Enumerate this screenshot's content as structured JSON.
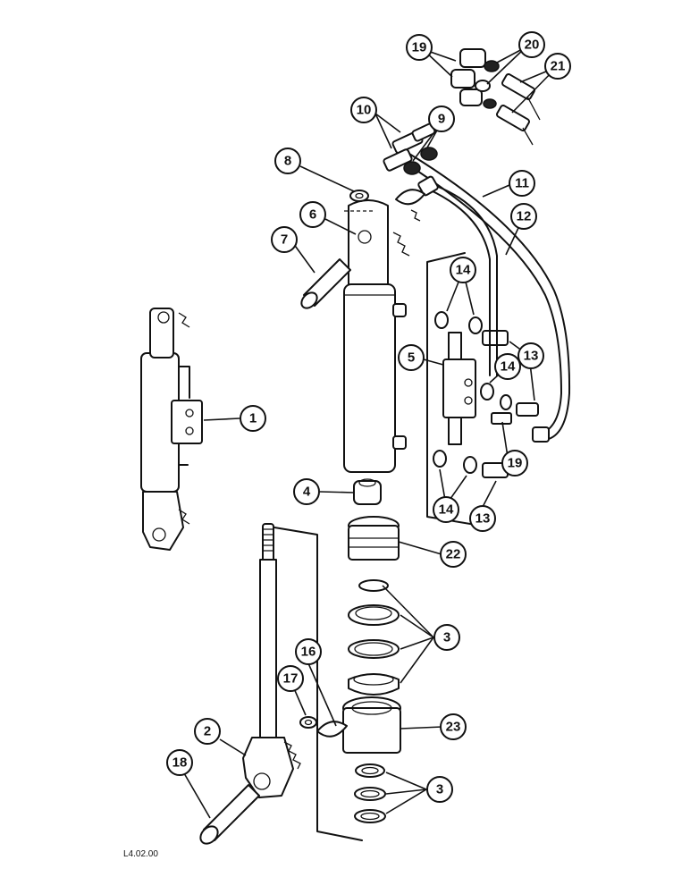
{
  "diagram_ref": "L4.02.00",
  "callouts": [
    {
      "id": "c1",
      "label": "1"
    },
    {
      "id": "c2",
      "label": "2"
    },
    {
      "id": "c3a",
      "label": "3"
    },
    {
      "id": "c3b",
      "label": "3"
    },
    {
      "id": "c4",
      "label": "4"
    },
    {
      "id": "c5",
      "label": "5"
    },
    {
      "id": "c6",
      "label": "6"
    },
    {
      "id": "c7",
      "label": "7"
    },
    {
      "id": "c8",
      "label": "8"
    },
    {
      "id": "c9",
      "label": "9"
    },
    {
      "id": "c10",
      "label": "10"
    },
    {
      "id": "c11",
      "label": "11"
    },
    {
      "id": "c12",
      "label": "12"
    },
    {
      "id": "c13a",
      "label": "13"
    },
    {
      "id": "c13b",
      "label": "13"
    },
    {
      "id": "c14a",
      "label": "14"
    },
    {
      "id": "c14b",
      "label": "14"
    },
    {
      "id": "c14c",
      "label": "14"
    },
    {
      "id": "c16",
      "label": "16"
    },
    {
      "id": "c17",
      "label": "17"
    },
    {
      "id": "c18",
      "label": "18"
    },
    {
      "id": "c19a",
      "label": "19"
    },
    {
      "id": "c19b",
      "label": "19"
    },
    {
      "id": "c20",
      "label": "20"
    },
    {
      "id": "c21",
      "label": "21"
    },
    {
      "id": "c22",
      "label": "22"
    },
    {
      "id": "c23",
      "label": "23"
    }
  ]
}
